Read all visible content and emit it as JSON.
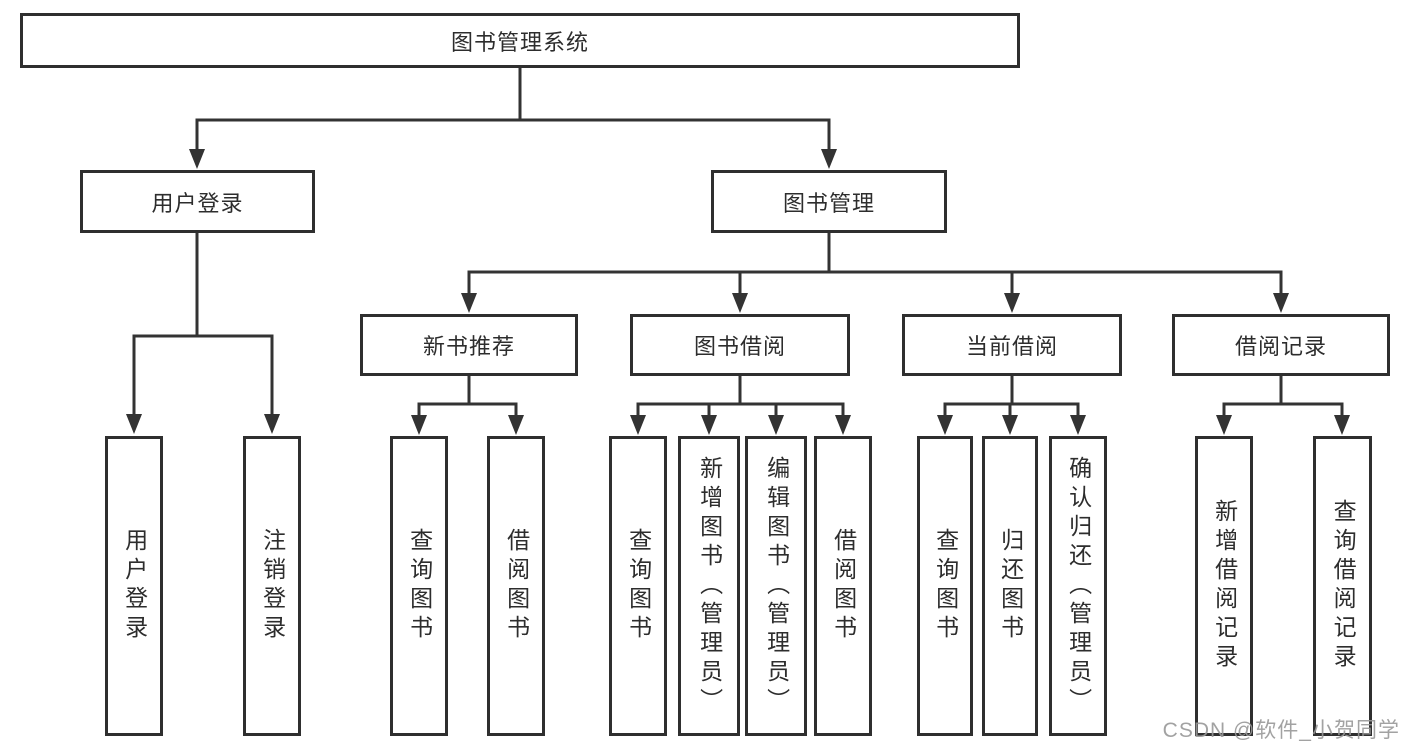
{
  "diagram": {
    "root": {
      "label": "图书管理系统"
    },
    "branches": [
      {
        "label": "用户登录",
        "children": [
          {
            "label": "用户登录"
          },
          {
            "label": "注销登录"
          }
        ]
      },
      {
        "label": "图书管理",
        "children": [
          {
            "label": "新书推荐",
            "children": [
              {
                "label": "查询图书"
              },
              {
                "label": "借阅图书"
              }
            ]
          },
          {
            "label": "图书借阅",
            "children": [
              {
                "label": "查询图书"
              },
              {
                "label": "新增图书（管理员）"
              },
              {
                "label": "编辑图书（管理员）"
              },
              {
                "label": "借阅图书"
              }
            ]
          },
          {
            "label": "当前借阅",
            "children": [
              {
                "label": "查询图书"
              },
              {
                "label": "归还图书"
              },
              {
                "label": "确认归还（管理员）"
              }
            ]
          },
          {
            "label": "借阅记录",
            "children": [
              {
                "label": "新增借阅记录"
              },
              {
                "label": "查询借阅记录"
              }
            ]
          }
        ]
      }
    ]
  },
  "watermark": "CSDN @软件_小贺同学",
  "colors": {
    "line": "#333333",
    "box_border": "#2f2f2f",
    "text": "#2d2d2d",
    "watermark": "#989898",
    "background": "#ffffff"
  }
}
